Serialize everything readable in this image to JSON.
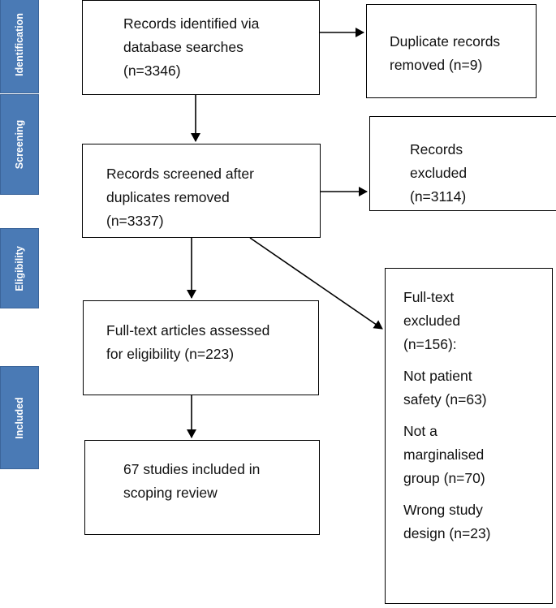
{
  "phases": {
    "identification": "Identification",
    "screening": "Screening",
    "eligibility": "Eligibility",
    "included": "Included"
  },
  "boxes": {
    "identified": [
      "Records identified via",
      "database searches",
      "(n=3346)"
    ],
    "duplicates": [
      "Duplicate records",
      "removed (n=9)"
    ],
    "screened": [
      "Records screened after",
      "duplicates removed",
      "(n=3337)"
    ],
    "excluded_records": [
      "Records",
      "excluded",
      "(n=3114)"
    ],
    "fulltext_assessed": [
      "Full-text articles assessed",
      "for eligibility (n=223)"
    ],
    "included_studies": [
      "67 studies included in",
      "scoping review"
    ],
    "fulltext_excluded": {
      "heading": [
        "Full-text",
        "excluded",
        "(n=156):"
      ],
      "reason1": [
        "Not patient",
        "safety (n=63)"
      ],
      "reason2": [
        "Not a",
        "marginalised",
        "group (n=70)"
      ],
      "reason3": [
        "Wrong study",
        "design (n=23)"
      ]
    }
  }
}
